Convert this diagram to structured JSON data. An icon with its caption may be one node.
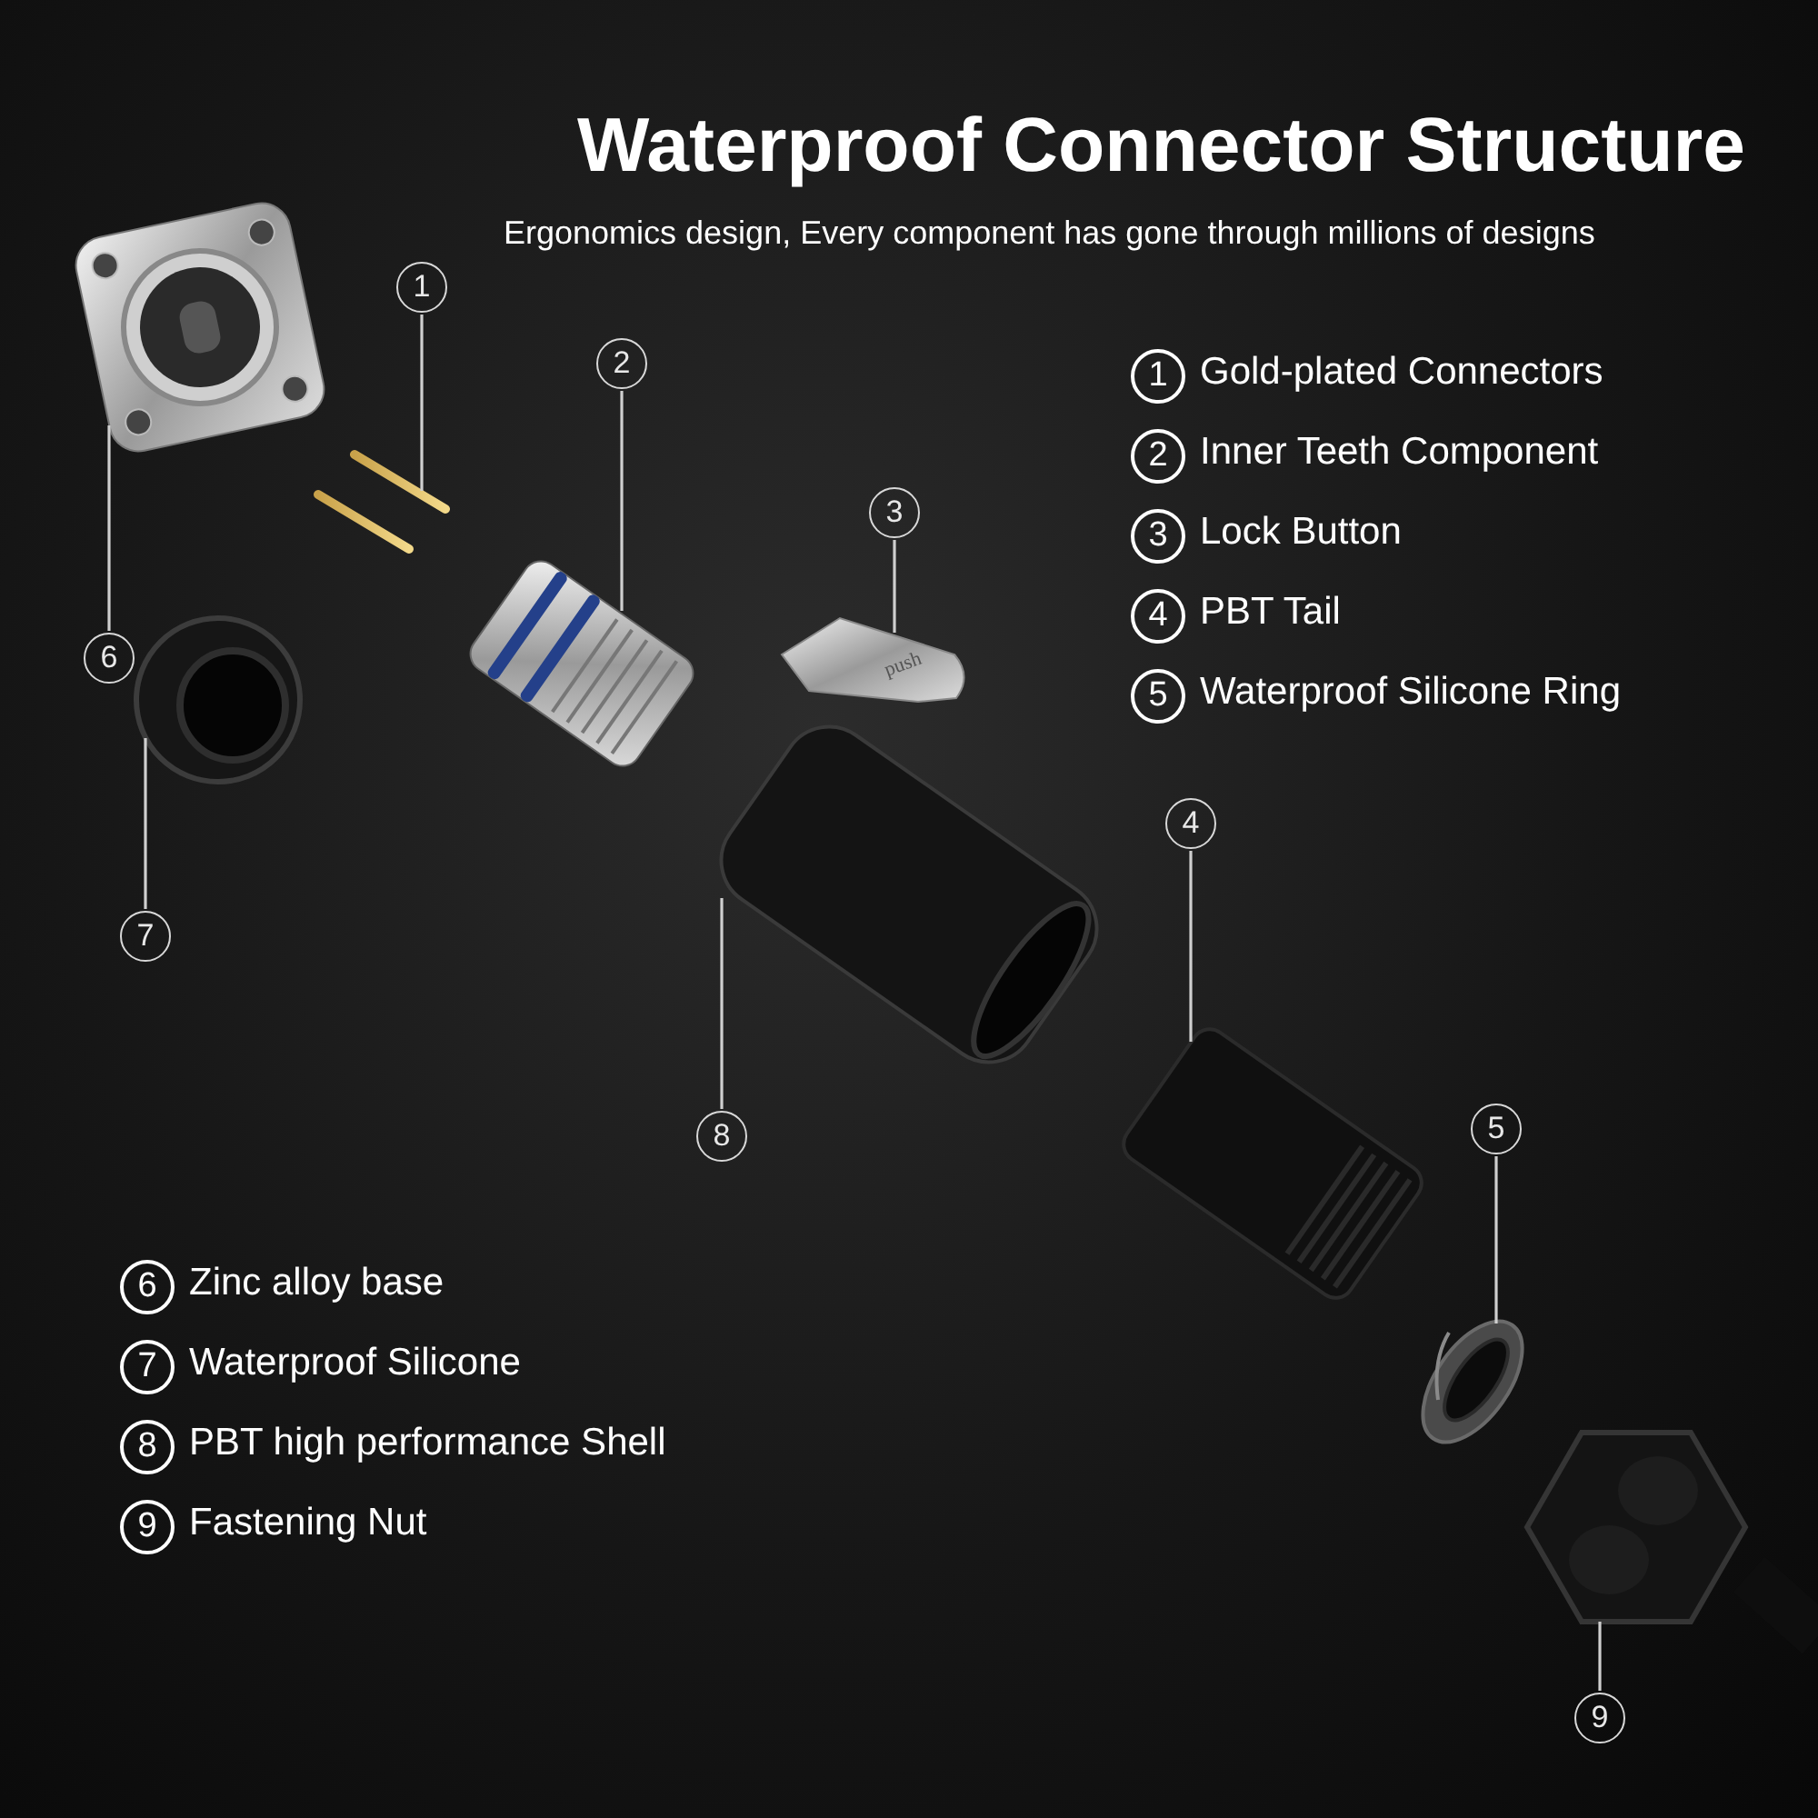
{
  "diagram": {
    "title": "Waterproof Connector Structure",
    "caption": "Ergonomics design, Every component has gone through millions of designs",
    "nodes": [
      {
        "text": [
          "1"
        ]
      },
      {
        "text": [
          "2"
        ]
      },
      {
        "text": [
          "3"
        ]
      },
      {
        "text": [
          "4"
        ]
      },
      {
        "text": [
          "5"
        ]
      },
      {
        "text": [
          "6"
        ]
      },
      {
        "text": [
          "7"
        ]
      },
      {
        "text": [
          "8"
        ]
      },
      {
        "text": [
          "9"
        ]
      },
      {
        "text": [],
        "shape": "picture"
      },
      {
        "text": [],
        "shape": "picture"
      },
      {
        "text": [],
        "shape": "picture"
      },
      {
        "text": [],
        "shape": "picture"
      },
      {
        "text": [],
        "shape": "picture"
      },
      {
        "text": [],
        "shape": "picture"
      },
      {
        "text": [],
        "shape": "picture"
      },
      {
        "text": [],
        "shape": "picture"
      },
      {
        "text": [],
        "shape": "picture"
      }
    ],
    "edges": [
      {
        "from": 0,
        "to": 9,
        "arrow": "none"
      },
      {
        "from": 1,
        "to": 10,
        "arrow": "none"
      },
      {
        "from": 2,
        "to": 11,
        "arrow": "none"
      },
      {
        "from": 3,
        "to": 12,
        "arrow": "none"
      },
      {
        "from": 4,
        "to": 13,
        "arrow": "none"
      },
      {
        "from": 5,
        "to": 14,
        "arrow": "none"
      },
      {
        "from": 6,
        "to": 15,
        "arrow": "none"
      },
      {
        "from": 7,
        "to": 16,
        "arrow": "none"
      },
      {
        "from": 8,
        "to": 17,
        "arrow": "none"
      }
    ],
    "labels": [
      "1",
      "Gold-plated Connectors",
      "2",
      "Inner Teeth Component",
      "3",
      "Lock Button",
      "4",
      "PBT Tail",
      "5",
      "Waterproof Silicone Ring",
      "push",
      "6",
      "Zinc alloy base",
      "7",
      "Waterproof Silicone",
      "8",
      "PBT high performance Shell",
      "9",
      "Fastening Nut"
    ]
  }
}
